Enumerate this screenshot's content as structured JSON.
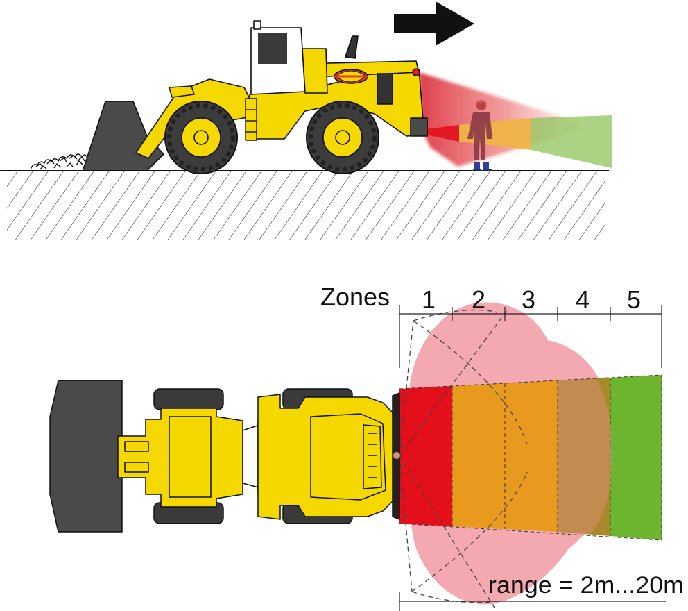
{
  "zones": {
    "title": "Zones",
    "items": [
      {
        "label": "1",
        "color": "#e3101c"
      },
      {
        "label": "2",
        "color": "#e89a1e"
      },
      {
        "label": "3",
        "color": "#e89a1e"
      },
      {
        "label": "4",
        "color": "#a98a2a"
      },
      {
        "label": "5",
        "color": "#6db52e"
      }
    ]
  },
  "range_label": "range = 2m...20m",
  "colors": {
    "machine_yellow": "#f5d800",
    "machine_dark": "#4a4a4a",
    "radar_pink": "#f07b86",
    "ground_line": "#111111"
  },
  "icons": {
    "direction": "arrow-right-icon",
    "person": "worker-icon",
    "sensor": "radar-sensor-icon"
  }
}
